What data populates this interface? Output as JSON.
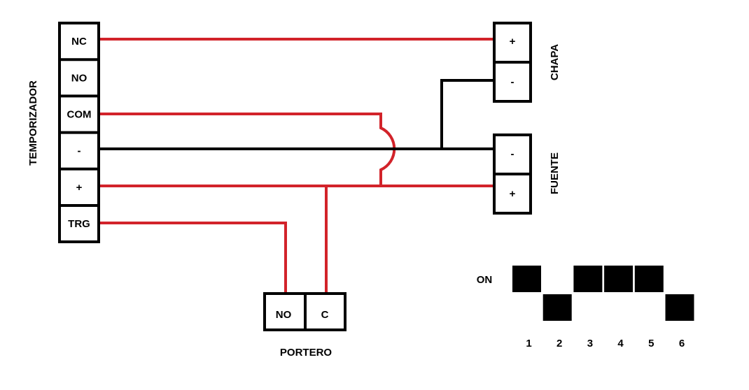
{
  "timer": {
    "title": "TEMPORIZADOR",
    "terminals": [
      "NC",
      "NO",
      "COM",
      "-",
      "+",
      "TRG"
    ]
  },
  "chapa": {
    "title": "CHAPA",
    "terminals": [
      "+",
      "-"
    ]
  },
  "fuente": {
    "title": "FUENTE",
    "terminals": [
      "-",
      "+"
    ]
  },
  "portero": {
    "title": "PORTERO",
    "terminals": [
      "NO",
      "C"
    ]
  },
  "dip_switch": {
    "on_label": "ON",
    "numbers": [
      "1",
      "2",
      "3",
      "4",
      "5",
      "6"
    ],
    "states": [
      "on",
      "off",
      "on",
      "on",
      "on",
      "off"
    ]
  },
  "colors": {
    "wire_red": "#d2232a",
    "wire_black": "#000000"
  }
}
